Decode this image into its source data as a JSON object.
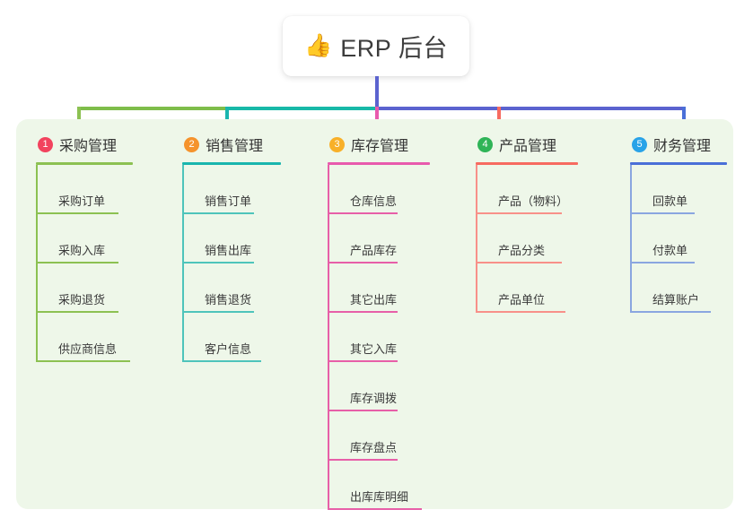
{
  "root": {
    "icon": "thumbs-up-icon",
    "emoji": "👍",
    "title": "ERP 后台"
  },
  "palette": {
    "panel_bg": "#eef7e9",
    "trunk": "#5b63cf",
    "bus_left": "#7ebd4a",
    "bus_mid": "#18b9a8",
    "bus_right": "#5b63cf",
    "green": "#7ebd4a",
    "teal": "#18b9a8",
    "pink": "#e653a6",
    "coral": "#f4645f",
    "blue": "#5b8cd8"
  },
  "columns": [
    {
      "index": "1",
      "badge_color": "#f2435e",
      "rule_color": "#8cc152",
      "line_color": "#8cc152",
      "title": "采购管理",
      "items": [
        {
          "label": "采购订单"
        },
        {
          "label": "采购入库"
        },
        {
          "label": "采购退货"
        },
        {
          "label": "供应商信息"
        }
      ]
    },
    {
      "index": "2",
      "badge_color": "#f5932c",
      "rule_color": "#19b5ae",
      "line_color": "#4ec4bb",
      "title": "销售管理",
      "items": [
        {
          "label": "销售订单"
        },
        {
          "label": "销售出库"
        },
        {
          "label": "销售退货"
        },
        {
          "label": "客户信息"
        }
      ]
    },
    {
      "index": "3",
      "badge_color": "#f8b029",
      "rule_color": "#e85aad",
      "line_color": "#e75fa8",
      "title": "库存管理",
      "items": [
        {
          "label": "仓库信息"
        },
        {
          "label": "产品库存"
        },
        {
          "label": "其它出库"
        },
        {
          "label": "其它入库"
        },
        {
          "label": "库存调拨"
        },
        {
          "label": "库存盘点"
        },
        {
          "label": "出库库明细"
        }
      ]
    },
    {
      "index": "4",
      "badge_color": "#2fb457",
      "rule_color": "#f76b60",
      "line_color": "#f89089",
      "title": "产品管理",
      "items": [
        {
          "label": "产品（物料）"
        },
        {
          "label": "产品分类"
        },
        {
          "label": "产品单位"
        }
      ]
    },
    {
      "index": "5",
      "badge_color": "#29a3e8",
      "rule_color": "#4a6fd8",
      "line_color": "#8aa6e0",
      "title": "财务管理",
      "items": [
        {
          "label": "回款单"
        },
        {
          "label": "付款单"
        },
        {
          "label": "结算账户"
        }
      ]
    }
  ],
  "layout": {
    "col_left": [
      40,
      203,
      365,
      530,
      702
    ],
    "head_rule_width": [
      108,
      110,
      114,
      114,
      108
    ],
    "item_width": [
      92,
      80,
      78,
      96,
      72
    ],
    "item_width_last": [
      105,
      88,
      105,
      100,
      90
    ],
    "stub_x": [
      86,
      251,
      418,
      554,
      760
    ]
  }
}
